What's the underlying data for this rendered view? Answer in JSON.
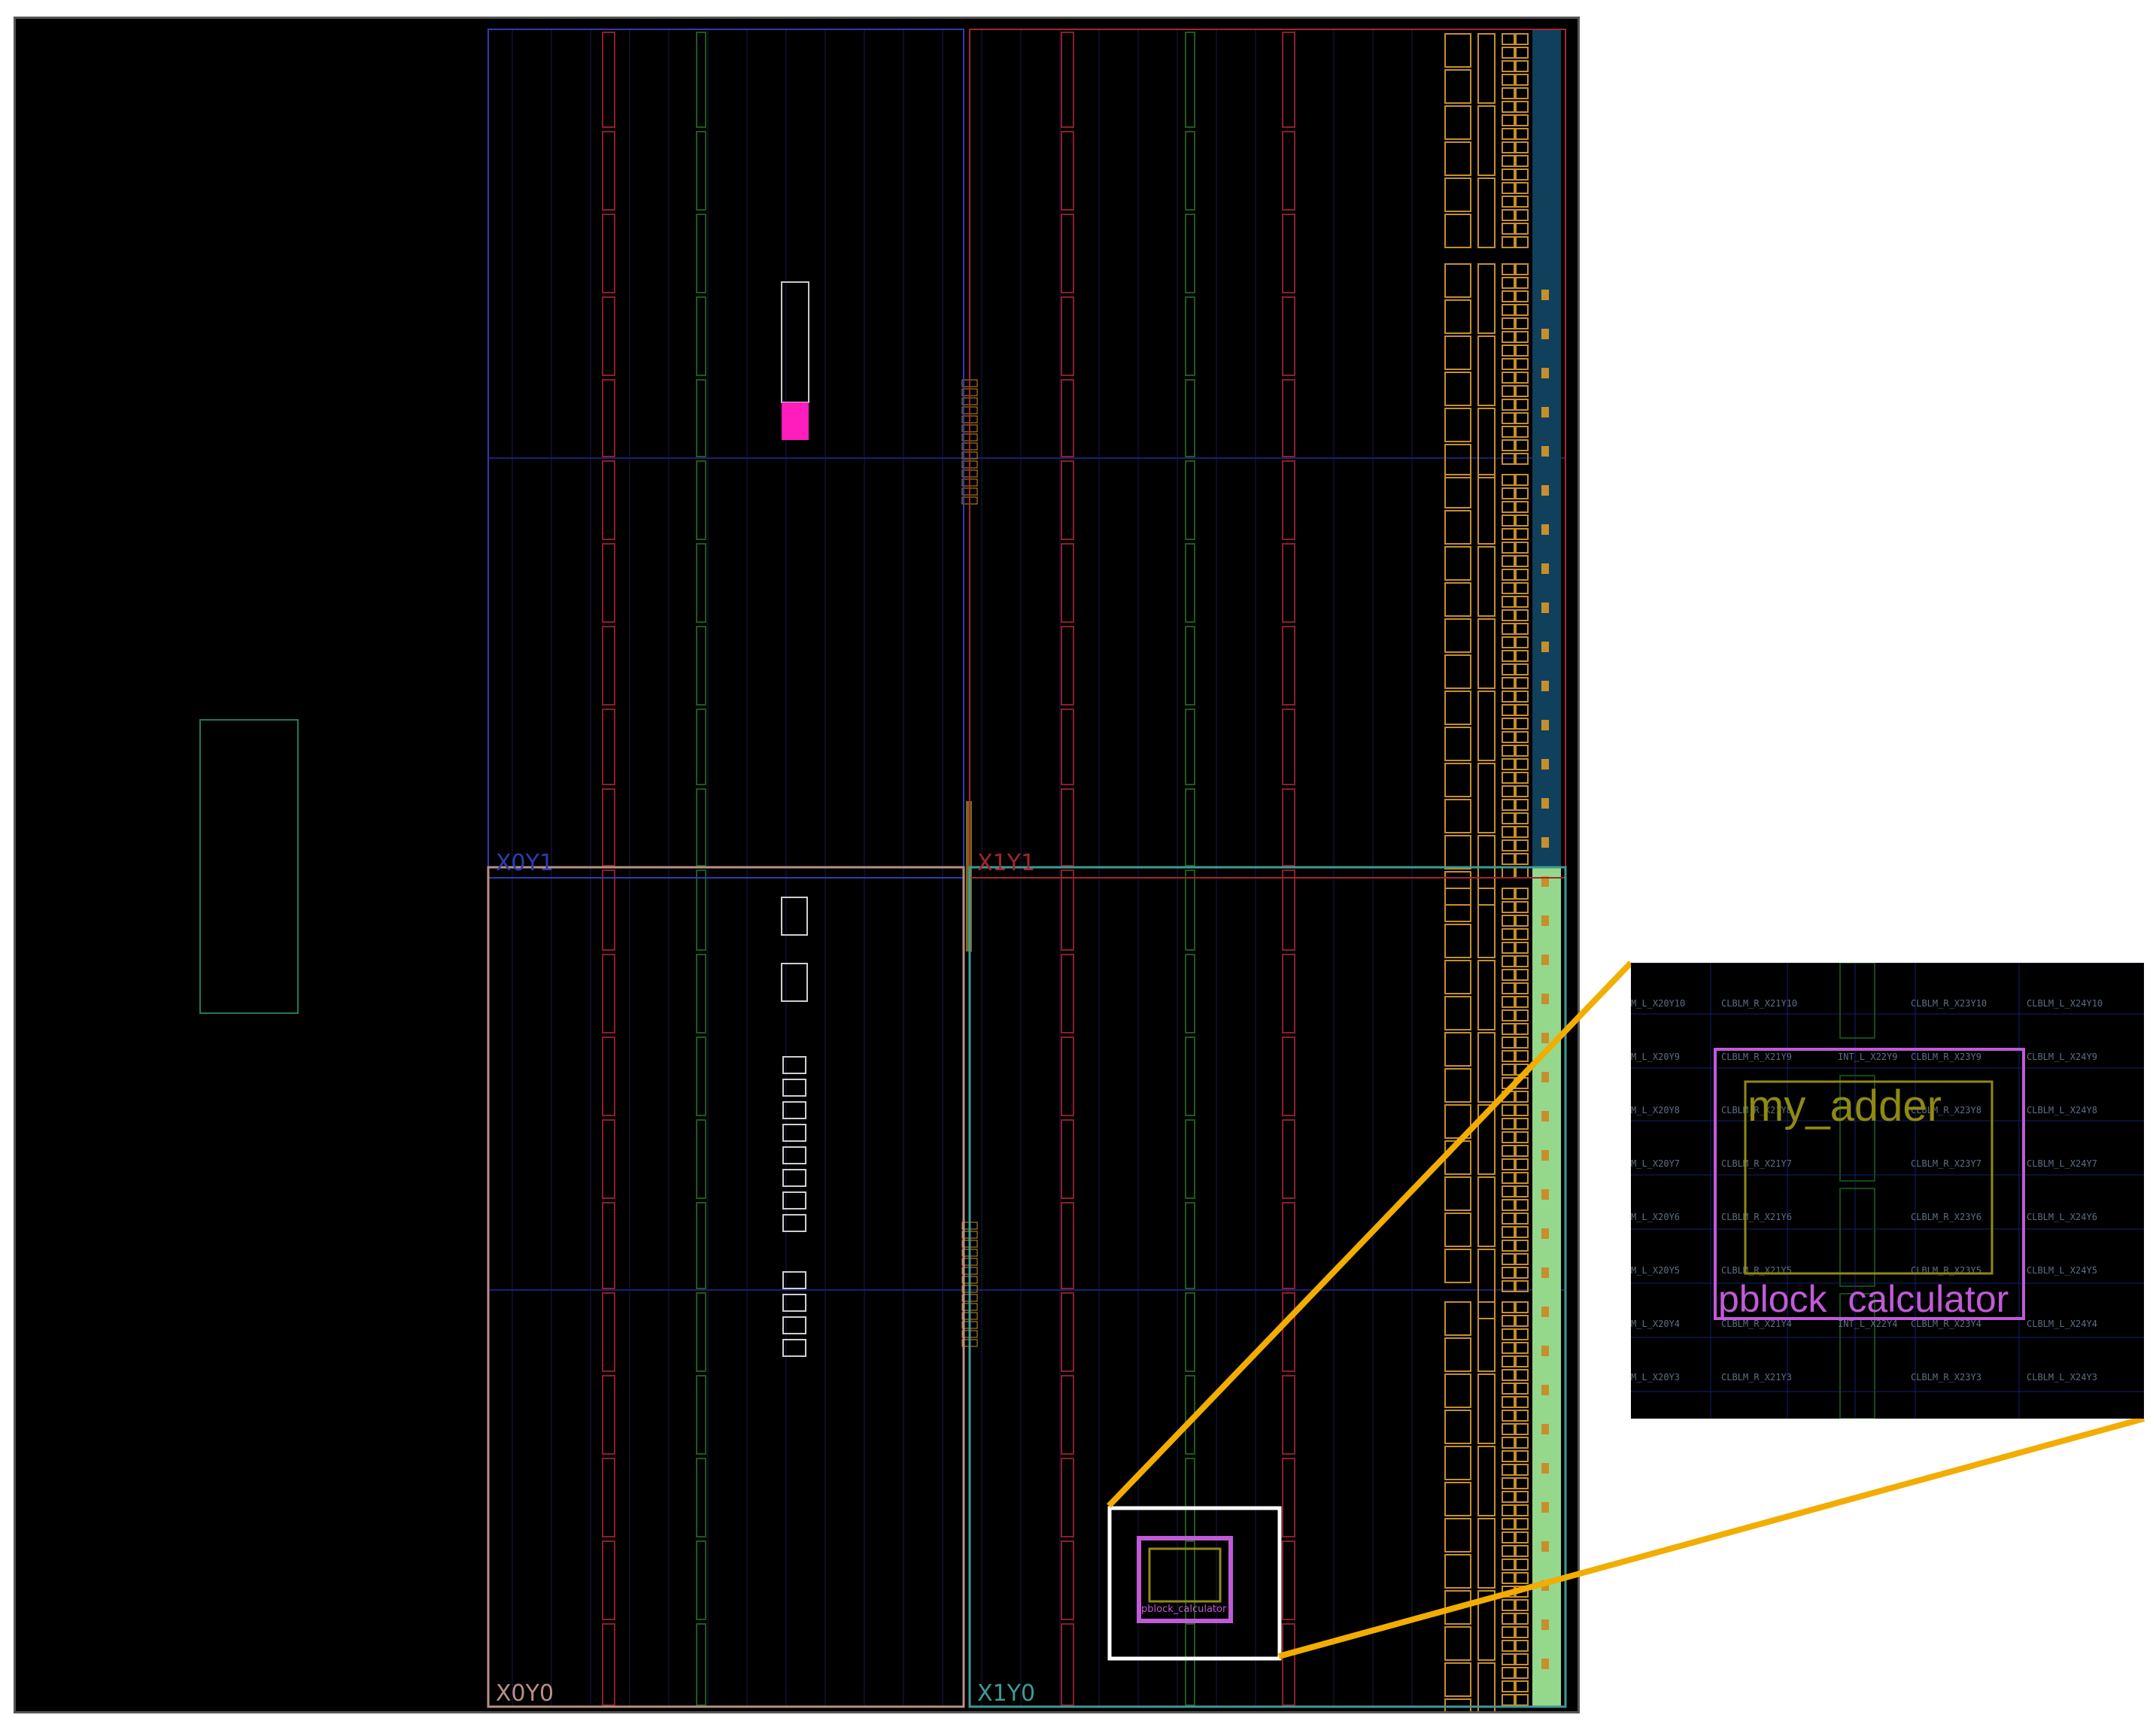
{
  "clock_regions": [
    {
      "label": "X0Y1",
      "color": "#2f3bb0"
    },
    {
      "label": "X1Y1",
      "color": "#a3262c"
    },
    {
      "label": "X0Y0",
      "color": "#b88f88"
    },
    {
      "label": "X1Y0",
      "color": "#3f9a96"
    }
  ],
  "pblock": {
    "name": "pblock_calculator",
    "color": "#c15ad8"
  },
  "cell": {
    "name": "my_adder",
    "color": "#8f8a12"
  },
  "colors": {
    "column_red": "#8c1e2c",
    "column_green": "#1d5a1e",
    "io_bank_top": "#10405c",
    "io_bank_bottom": "#95d88c",
    "io_tiles": "#c68f2c",
    "callout": "#f2ad00",
    "selected_site": "#ff1dbe",
    "zoom_box": "#ffffff"
  },
  "inset_site_labels": [
    [
      "M_L_X20Y10",
      "CLBLM_R_X21Y10",
      "",
      "CLBLM_R_X23Y10",
      "CLBLM_L_X24Y10"
    ],
    [
      "M_L_X20Y9",
      "CLBLM_R_X21Y9",
      "INT_L_X22Y9",
      "CLBLM_R_X23Y9",
      "CLBLM_L_X24Y9"
    ],
    [
      "M_L_X20Y8",
      "CLBLM_R_X21Y8",
      "",
      "CLBLM_R_X23Y8",
      "CLBLM_L_X24Y8"
    ],
    [
      "M_L_X20Y7",
      "CLBLM_R_X21Y7",
      "",
      "CLBLM_R_X23Y7",
      "CLBLM_L_X24Y7"
    ],
    [
      "M_L_X20Y6",
      "CLBLM_R_X21Y6",
      "",
      "CLBLM_R_X23Y6",
      "CLBLM_L_X24Y6"
    ],
    [
      "M_L_X20Y5",
      "CLBLM_R_X21Y5",
      "",
      "CLBLM_R_X23Y5",
      "CLBLM_L_X24Y5"
    ],
    [
      "M_L_X20Y4",
      "CLBLM_R_X21Y4",
      "INT_L_X22Y4",
      "CLBLM_R_X23Y4",
      "CLBLM_L_X24Y4"
    ],
    [
      "M_L_X20Y3",
      "CLBLM_R_X21Y3",
      "",
      "CLBLM_R_X23Y3",
      "CLBLM_L_X24Y3"
    ]
  ]
}
